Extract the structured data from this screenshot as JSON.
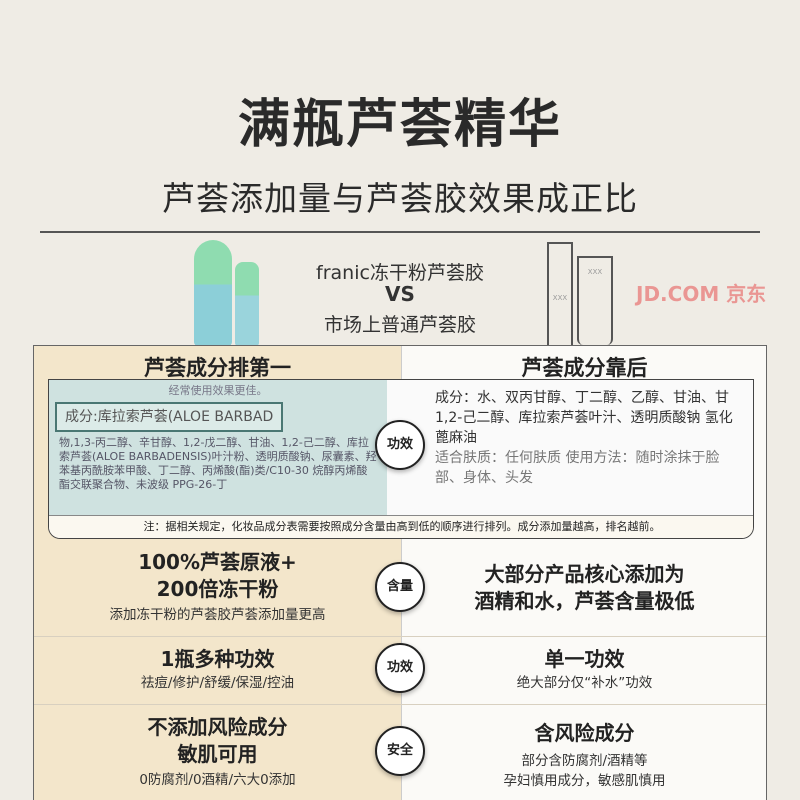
{
  "title": "满瓶芦荟精华",
  "subtitle": "芦荟添加量与芦荟胶效果成正比",
  "versus": {
    "brand": "franic冻干粉芦荟胶",
    "vs": "VS",
    "other": "市场上普通芦荟胶",
    "generic_label": "XXX"
  },
  "watermark": "JD.COM 京东",
  "headers": {
    "left": "芦荟成分排第一",
    "right": "芦荟成分靠后"
  },
  "ingredients": {
    "left_top": "经常使用效果更佳。",
    "left_highlight": "成分:库拉索芦荟(ALOE BARBAD",
    "left_text": "物,1,3-丙二醇、辛甘醇、1,2-戊二醇、甘油、1,2-己二醇、库拉索芦荟(ALOE BARBADENSIS)叶汁粉、透明质酸钠、尿囊素、羟苯基丙酰胺苯甲酸、丁二醇、丙烯酸(酯)类/C10-30 烷醇丙烯酸酯交联聚合物、未波级 PPG-26-丁",
    "right_text": "成分：水、双丙甘醇、丁二醇、乙醇、甘油、甘 1,2-己二醇、库拉索芦荟叶汁、透明质酸钠 氢化蓖麻油",
    "right_blur": "适合肤质：任何肤质 使用方法：随时涂抹于脸部、身体、头发",
    "note": "注：据相关规定，化妆品成分表需要按照成分含量由高到低的顺序进行排列。成分添加量越高，排名越前。"
  },
  "rows": [
    {
      "badge": "功效"
    },
    {
      "badge": "含量",
      "left_title": [
        "100%芦荟原液+",
        "200倍冻干粉"
      ],
      "left_sub": [
        "添加冻干粉的芦荟胶芦荟添加量更高"
      ],
      "right_title": [
        "大部分产品核心添加为",
        "酒精和水，芦荟含量极低"
      ],
      "right_sub": []
    },
    {
      "badge": "功效",
      "left_title": [
        "1瓶多种功效"
      ],
      "left_sub": [
        "祛痘/修护/舒缓/保湿/控油"
      ],
      "right_title": [
        "单一功效"
      ],
      "right_sub": [
        "绝大部分仅“补水”功效"
      ]
    },
    {
      "badge": "安全",
      "left_title": [
        "不添加风险成分",
        "敏肌可用"
      ],
      "left_sub": [
        "0防腐剂/0酒精/六大0添加"
      ],
      "right_title": [
        "含风险成分"
      ],
      "right_sub": [
        "部分含防腐剂/酒精等",
        "孕妇慎用成分，敏感肌慎用"
      ]
    }
  ]
}
